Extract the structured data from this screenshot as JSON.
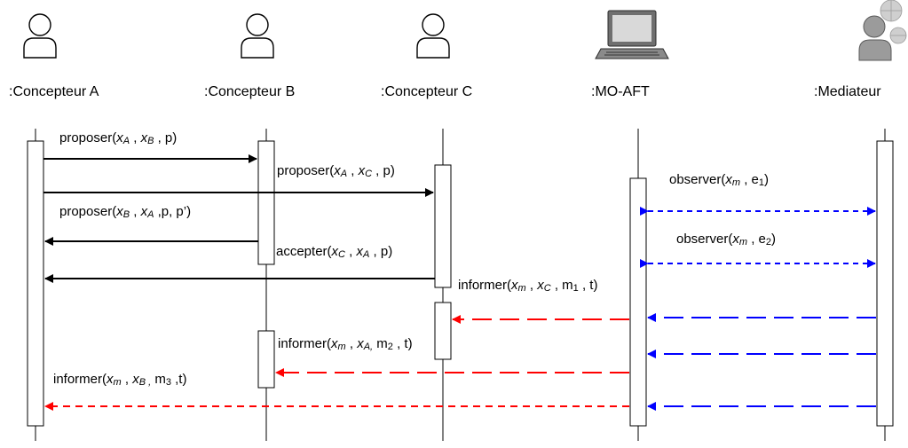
{
  "participants": [
    {
      "id": "a",
      "name": ":Concepteur A",
      "icon": "person-icon"
    },
    {
      "id": "b",
      "name": ":Concepteur B",
      "icon": "person-icon"
    },
    {
      "id": "c",
      "name": ":Concepteur C",
      "icon": "person-icon"
    },
    {
      "id": "mo",
      "name": ":MO-AFT",
      "icon": "laptop-icon"
    },
    {
      "id": "med",
      "name": ":Mediateur",
      "icon": "grey-person-icon"
    }
  ],
  "messages": [
    {
      "id": "m1",
      "parts": [
        {
          "t": "proposer("
        },
        {
          "t": "x",
          "i": true
        },
        {
          "t": "A",
          "sub": true,
          "i": true
        },
        {
          "t": " , "
        },
        {
          "t": "x",
          "i": true
        },
        {
          "t": "B",
          "sub": true,
          "i": true
        },
        {
          "t": " , p)"
        }
      ]
    },
    {
      "id": "m2",
      "parts": [
        {
          "t": "proposer("
        },
        {
          "t": "x",
          "i": true
        },
        {
          "t": "A",
          "sub": true,
          "i": true
        },
        {
          "t": " , "
        },
        {
          "t": "x",
          "i": true
        },
        {
          "t": "C",
          "sub": true,
          "i": true
        },
        {
          "t": " , p)"
        }
      ]
    },
    {
      "id": "m3",
      "parts": [
        {
          "t": "proposer("
        },
        {
          "t": "x",
          "i": true
        },
        {
          "t": "B",
          "sub": true,
          "i": true
        },
        {
          "t": " , "
        },
        {
          "t": "x",
          "i": true
        },
        {
          "t": "A",
          "sub": true,
          "i": true
        },
        {
          "t": " ,p, p’)"
        }
      ]
    },
    {
      "id": "m4",
      "parts": [
        {
          "t": "accepter("
        },
        {
          "t": "x",
          "i": true
        },
        {
          "t": "C",
          "sub": true,
          "i": true
        },
        {
          "t": " , "
        },
        {
          "t": "x",
          "i": true
        },
        {
          "t": "A",
          "sub": true,
          "i": true
        },
        {
          "t": " , p)"
        }
      ]
    },
    {
      "id": "m5",
      "parts": [
        {
          "t": "informer("
        },
        {
          "t": "x",
          "i": true
        },
        {
          "t": "m",
          "sub": true,
          "i": true
        },
        {
          "t": " , "
        },
        {
          "t": "x",
          "i": true
        },
        {
          "t": "C",
          "sub": true,
          "i": true
        },
        {
          "t": " , m"
        },
        {
          "t": "1",
          "sub": true
        },
        {
          "t": " , t)"
        }
      ]
    },
    {
      "id": "m6",
      "parts": [
        {
          "t": "informer("
        },
        {
          "t": "x",
          "i": true
        },
        {
          "t": "m",
          "sub": true,
          "i": true
        },
        {
          "t": " , "
        },
        {
          "t": "x",
          "i": true
        },
        {
          "t": "A,",
          "sub": true,
          "i": true
        },
        {
          "t": " m"
        },
        {
          "t": "2",
          "sub": true
        },
        {
          "t": " , t)"
        }
      ]
    },
    {
      "id": "m7",
      "parts": [
        {
          "t": "informer("
        },
        {
          "t": "x",
          "i": true
        },
        {
          "t": "m",
          "sub": true,
          "i": true
        },
        {
          "t": " , "
        },
        {
          "t": "x",
          "i": true
        },
        {
          "t": "B ,",
          "sub": true,
          "i": true
        },
        {
          "t": " m"
        },
        {
          "t": "3",
          "sub": true
        },
        {
          "t": " ,t)"
        }
      ]
    },
    {
      "id": "obs1",
      "parts": [
        {
          "t": "observer("
        },
        {
          "t": "x",
          "i": true
        },
        {
          "t": "m",
          "sub": true,
          "i": true
        },
        {
          "t": " , e"
        },
        {
          "t": "1",
          "sub": true
        },
        {
          "t": ")"
        }
      ]
    },
    {
      "id": "obs2",
      "parts": [
        {
          "t": "observer("
        },
        {
          "t": "x",
          "i": true
        },
        {
          "t": "m",
          "sub": true,
          "i": true
        },
        {
          "t": " , e"
        },
        {
          "t": "2",
          "sub": true
        },
        {
          "t": ")"
        }
      ]
    }
  ],
  "colors": {
    "solid": "#000000",
    "red": "#ff0000",
    "blue": "#0000ff",
    "icon_grey": "#9b9b9b"
  }
}
